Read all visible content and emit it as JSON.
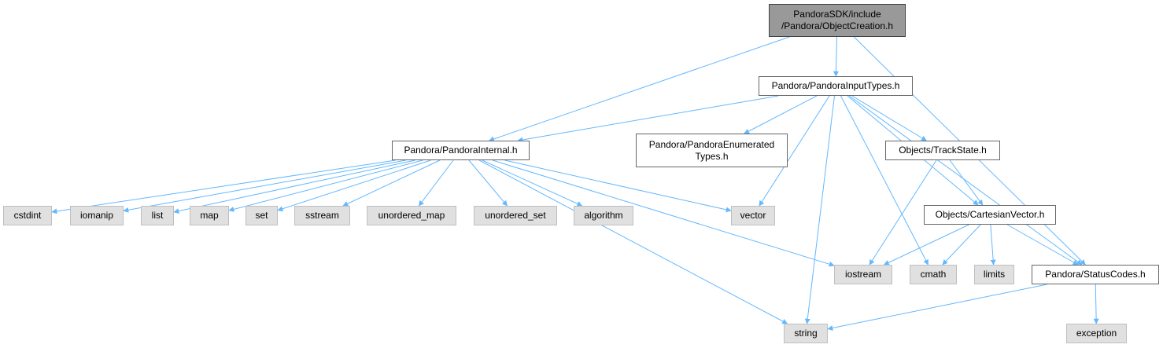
{
  "nodes": {
    "root": "PandoraSDK/include\n/Pandora/ObjectCreation.h",
    "input_types": "Pandora/PandoraInputTypes.h",
    "internal": "Pandora/PandoraInternal.h",
    "enumerated": "Pandora/PandoraEnumerated\nTypes.h",
    "trackstate": "Objects/TrackState.h",
    "cartesian": "Objects/CartesianVector.h",
    "statuscodes": "Pandora/StatusCodes.h",
    "cstdint": "cstdint",
    "iomanip": "iomanip",
    "list": "list",
    "map": "map",
    "set": "set",
    "sstream": "sstream",
    "unordered_map": "unordered_map",
    "unordered_set": "unordered_set",
    "algorithm": "algorithm",
    "vector": "vector",
    "iostream": "iostream",
    "cmath": "cmath",
    "limits": "limits",
    "string": "string",
    "exception": "exception"
  },
  "colors": {
    "edge": "#63b8ff",
    "root_fill": "#999999",
    "system_fill": "#e0e0e0"
  },
  "edges": [
    [
      "root",
      "input_types"
    ],
    [
      "root",
      "internal"
    ],
    [
      "root",
      "statuscodes"
    ],
    [
      "input_types",
      "internal"
    ],
    [
      "input_types",
      "enumerated"
    ],
    [
      "input_types",
      "trackstate"
    ],
    [
      "input_types",
      "cartesian"
    ],
    [
      "input_types",
      "statuscodes"
    ],
    [
      "input_types",
      "vector"
    ],
    [
      "input_types",
      "cmath"
    ],
    [
      "input_types",
      "string"
    ],
    [
      "internal",
      "cstdint"
    ],
    [
      "internal",
      "iomanip"
    ],
    [
      "internal",
      "list"
    ],
    [
      "internal",
      "map"
    ],
    [
      "internal",
      "set"
    ],
    [
      "internal",
      "sstream"
    ],
    [
      "internal",
      "unordered_map"
    ],
    [
      "internal",
      "unordered_set"
    ],
    [
      "internal",
      "algorithm"
    ],
    [
      "internal",
      "vector"
    ],
    [
      "internal",
      "iostream"
    ],
    [
      "internal",
      "string"
    ],
    [
      "trackstate",
      "cartesian"
    ],
    [
      "trackstate",
      "iostream"
    ],
    [
      "cartesian",
      "iostream"
    ],
    [
      "cartesian",
      "cmath"
    ],
    [
      "cartesian",
      "limits"
    ],
    [
      "cartesian",
      "statuscodes"
    ],
    [
      "statuscodes",
      "string"
    ],
    [
      "statuscodes",
      "exception"
    ]
  ]
}
